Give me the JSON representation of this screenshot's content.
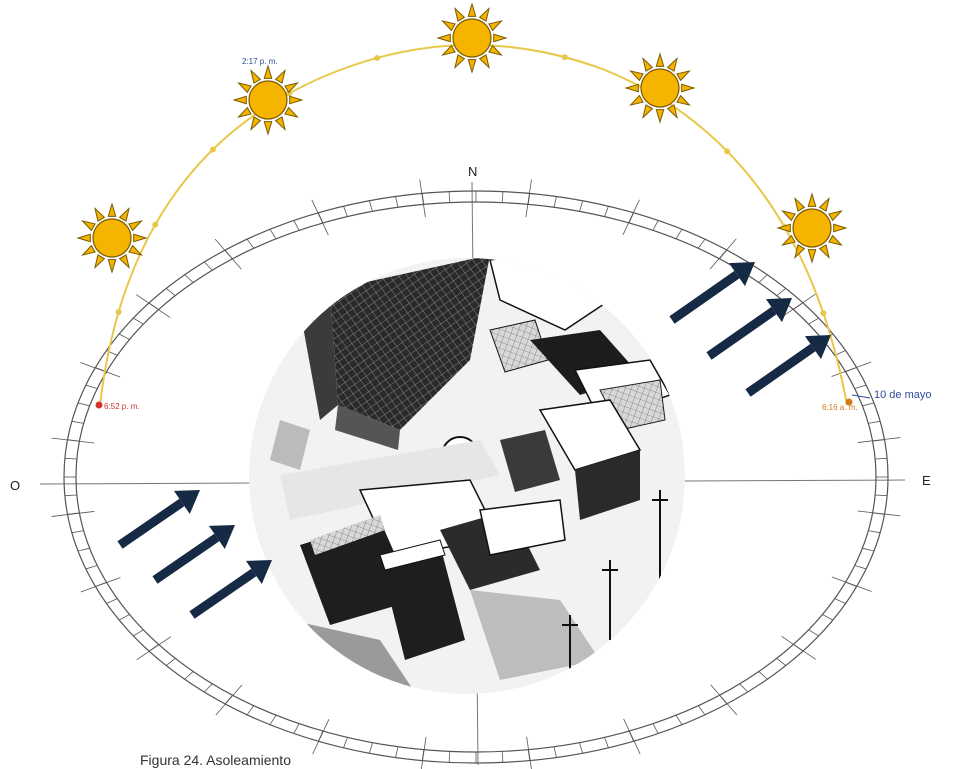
{
  "compass": {
    "north": "N",
    "east": "E",
    "west": "O"
  },
  "sun_path": {
    "times": {
      "sunset": "6:52 p. m.",
      "afternoon": "2:17 p. m.",
      "sunrise": "6:16 a. m."
    },
    "date": "10 de mayo"
  },
  "caption": "Figura 24. Asoleamiento",
  "colors": {
    "sun_fill": "#f5b400",
    "sun_ray": "#f5b400",
    "sun_stroke": "#7a5a00",
    "path": "#e8c84a",
    "arrow": "#162a45",
    "sunset_label": "#d0342c",
    "afternoon_label": "#2d4e9a",
    "sunrise_label": "#d07a1a",
    "date_label": "#2d4e9a"
  },
  "icons": [
    "sun-icon",
    "arrow-icon",
    "compass-ring",
    "site-aerial-image"
  ]
}
